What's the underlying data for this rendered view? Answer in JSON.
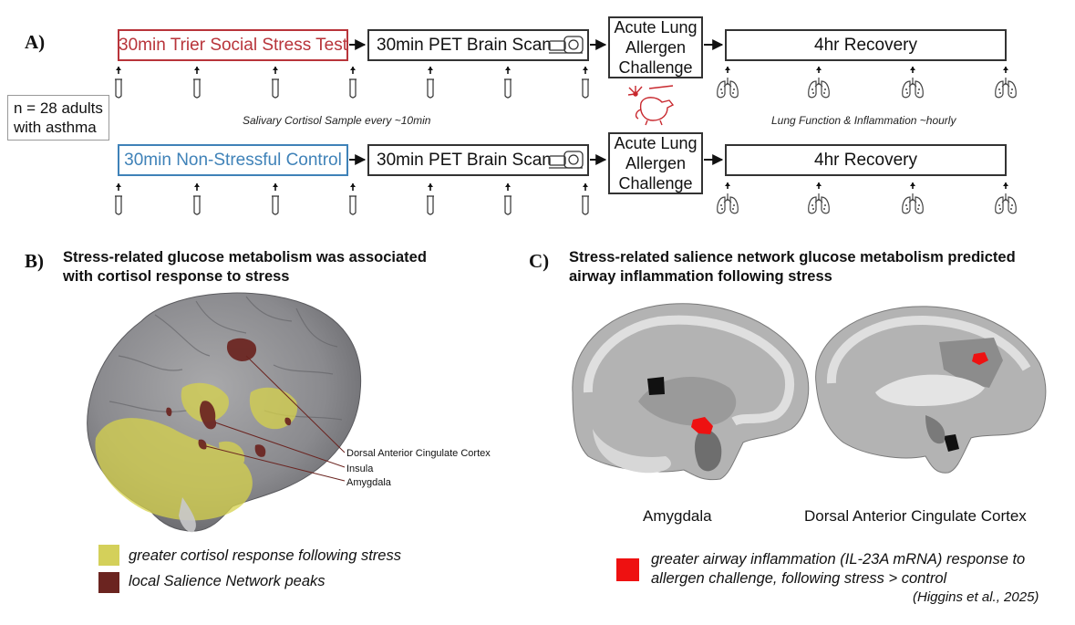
{
  "panel_a": {
    "letter": "A)",
    "participants": [
      "n = 28 adults",
      "with asthma"
    ],
    "stress_row": {
      "condition": "30min Trier Social Stress Test",
      "scan": "30min PET Brain Scan",
      "challenge": [
        "Acute Lung",
        "Allergen",
        "Challenge"
      ],
      "recovery": "4hr Recovery"
    },
    "control_row": {
      "condition": "30min Non-Stressful Control",
      "scan": "30min PET Brain Scan",
      "challenge": [
        "Acute Lung",
        "Allergen",
        "Challenge"
      ],
      "recovery": "4hr Recovery"
    },
    "saliva_note": "Salivary Cortisol Sample every ~10min",
    "lung_note": "Lung Function & Inflammation ~hourly",
    "colors": {
      "stress": "#b8343a",
      "control": "#3f82b8"
    }
  },
  "panel_b": {
    "letter": "B)",
    "title": [
      "Stress-related glucose metabolism was associated",
      "with cortisol response to stress"
    ],
    "regions": [
      "Dorsal Anterior Cingulate Cortex",
      "Insula",
      "Amygdala"
    ],
    "legend": [
      {
        "label": "greater cortisol response following stress",
        "color": "#d4d05a"
      },
      {
        "label": "local Salience Network peaks",
        "color": "#6b2420"
      }
    ]
  },
  "panel_c": {
    "letter": "C)",
    "title": [
      "Stress-related salience network glucose metabolism predicted",
      "airway inflammation following stress"
    ],
    "captions": [
      "Amygdala",
      "Dorsal Anterior Cingulate Cortex"
    ],
    "legend": {
      "label": [
        "greater airway inflammation (IL-23A mRNA) response to",
        "allergen challenge, following stress > control"
      ],
      "color": "#ee1111"
    },
    "citation": "(Higgins et al., 2025)"
  }
}
